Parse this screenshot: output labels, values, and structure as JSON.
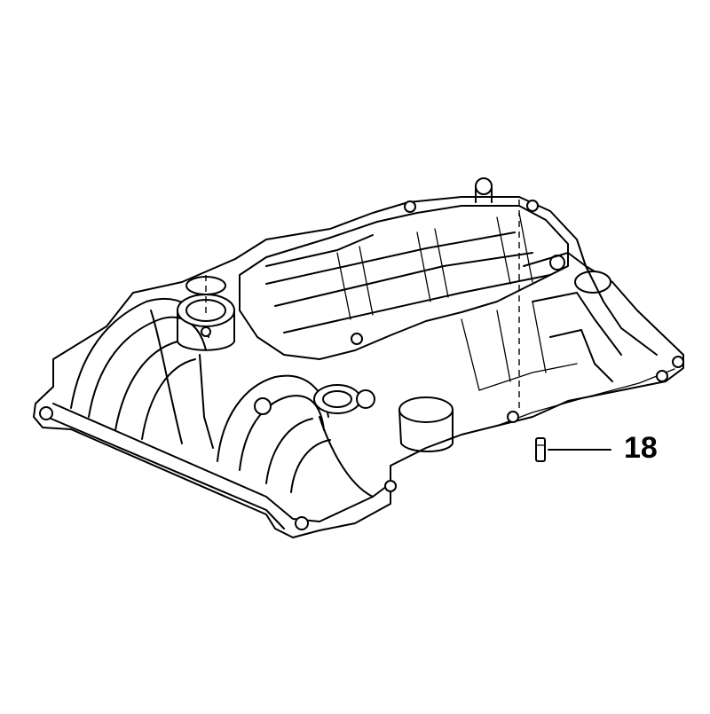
{
  "diagram": {
    "subject": "engine-valve-cover-assembly",
    "callouts": [
      {
        "number": "18",
        "part": "dowel-pin"
      }
    ]
  }
}
